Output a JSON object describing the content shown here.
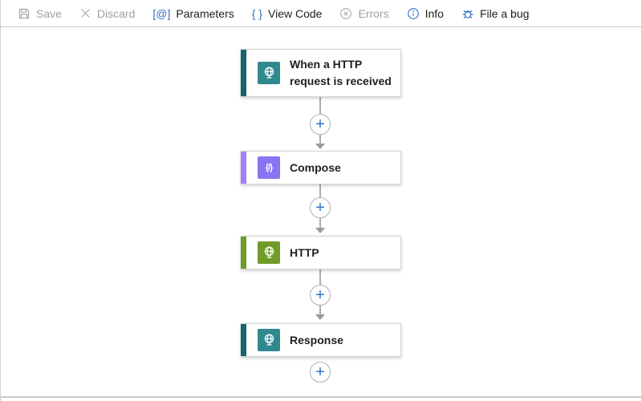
{
  "toolbar": {
    "items": [
      {
        "label": "Save",
        "icon": "save-icon",
        "disabled": true
      },
      {
        "label": "Discard",
        "icon": "discard-x-icon",
        "disabled": true
      },
      {
        "label": "Parameters",
        "icon": "parameters-at-icon",
        "disabled": false,
        "glyph": "[@]"
      },
      {
        "label": "View Code",
        "icon": "curly-braces-icon",
        "disabled": false,
        "glyph": "{ }"
      },
      {
        "label": "Errors",
        "icon": "error-circle-x-icon",
        "disabled": true
      },
      {
        "label": "Info",
        "icon": "info-circle-icon",
        "disabled": false
      },
      {
        "label": "File a bug",
        "icon": "bug-icon",
        "disabled": false
      }
    ]
  },
  "canvas": {
    "nodes": [
      {
        "title": "When a HTTP request is received",
        "icon": "http-request-globe-icon",
        "icon_bg": "#2f898f",
        "accent": "#16656c"
      },
      {
        "title": "Compose",
        "icon": "compose-braces-icon",
        "icon_bg": "#8b74f2",
        "accent": "#a281f7",
        "glyph": "{/}"
      },
      {
        "title": "HTTP",
        "icon": "http-globe-icon",
        "icon_bg": "#719b28",
        "accent": "#719b28"
      },
      {
        "title": "Response",
        "icon": "response-globe-icon",
        "icon_bg": "#2f898f",
        "accent": "#16656c"
      }
    ],
    "plus_label": "+"
  },
  "colors": {
    "toolbar_icon_blue": "#2e6fc1",
    "disabled_gray": "#a19f9d",
    "connector_gray": "#adadad",
    "plus_blue": "#2f73c5",
    "teal_accent": "#16656c",
    "teal_icon": "#2f898f",
    "purple_accent": "#a281f7",
    "purple_icon": "#8b74f2",
    "green": "#719b28"
  }
}
